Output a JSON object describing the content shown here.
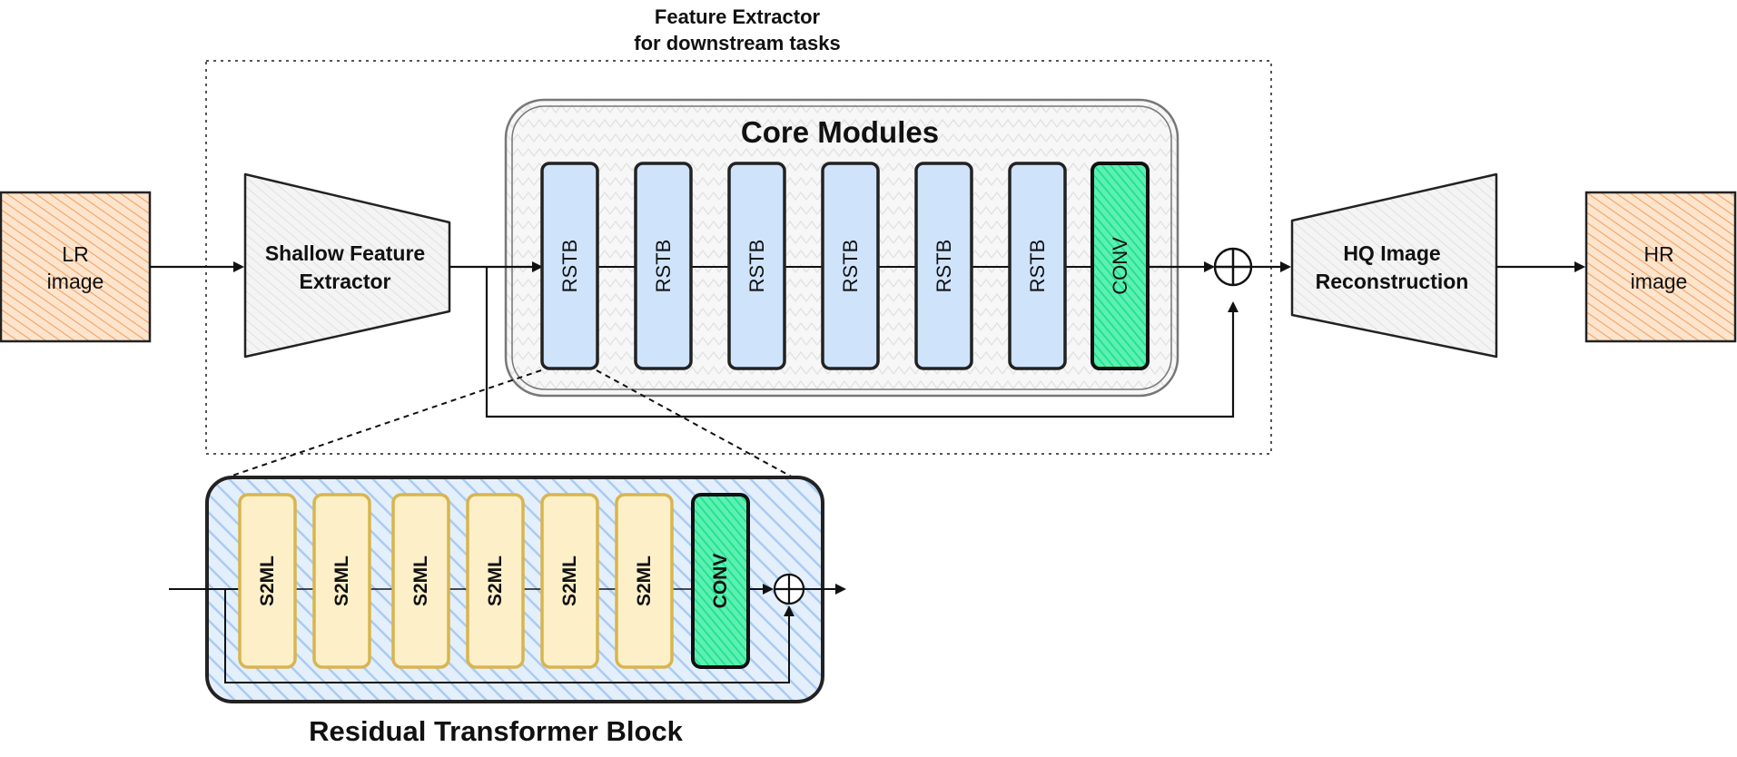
{
  "feature_extractor": {
    "title_line1": "Feature Extractor",
    "title_line2": "for downstream tasks"
  },
  "core_modules": {
    "title": "Core Modules",
    "blocks": [
      "RSTB",
      "RSTB",
      "RSTB",
      "RSTB",
      "RSTB",
      "RSTB"
    ],
    "conv_label": "CONV"
  },
  "input": {
    "line1": "LR",
    "line2": "image"
  },
  "output": {
    "line1": "HR",
    "line2": "image"
  },
  "shallow": {
    "line1": "Shallow Feature",
    "line2": "Extractor"
  },
  "reconstruction": {
    "line1": "HQ Image",
    "line2": "Reconstruction"
  },
  "rtb": {
    "title": "Residual Transformer Block",
    "blocks": [
      "S2ML",
      "S2ML",
      "S2ML",
      "S2ML",
      "S2ML",
      "S2ML"
    ],
    "conv_label": "CONV"
  },
  "colors": {
    "io_fill": "#f9c89b",
    "io_hatch": "#f2a365",
    "trapezoid_fill": "#ececec",
    "rstb_fill": "#cfe3fb",
    "conv_fill": "#2ee89a",
    "s2ml_fill": "#fdf0c8",
    "s2ml_stroke": "#d8b54e",
    "rtb_fill": "#d4e6fb",
    "rtb_hatch": "#aecdf3"
  }
}
